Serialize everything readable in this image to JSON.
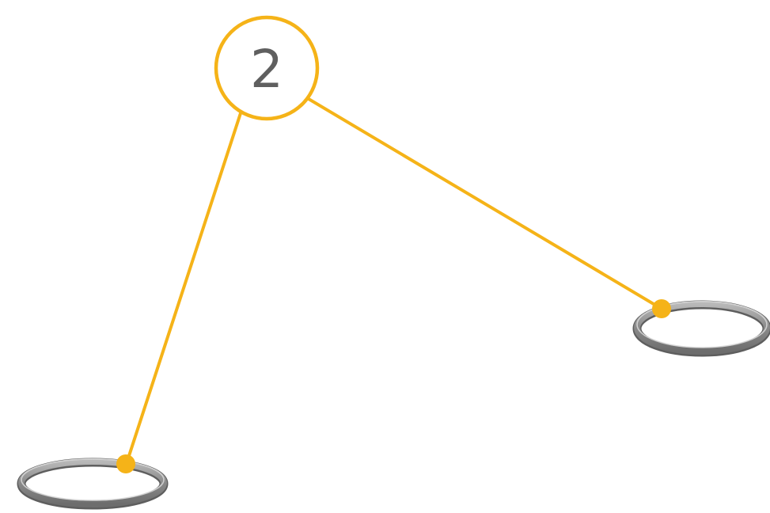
{
  "callout": {
    "number": "2",
    "accent_color": "#F5B318"
  },
  "parts": [
    {
      "name": "o-ring",
      "icon": "o-ring-icon",
      "color": "#8c8c8c"
    },
    {
      "name": "o-ring",
      "icon": "o-ring-icon",
      "color": "#8c8c8c"
    }
  ]
}
